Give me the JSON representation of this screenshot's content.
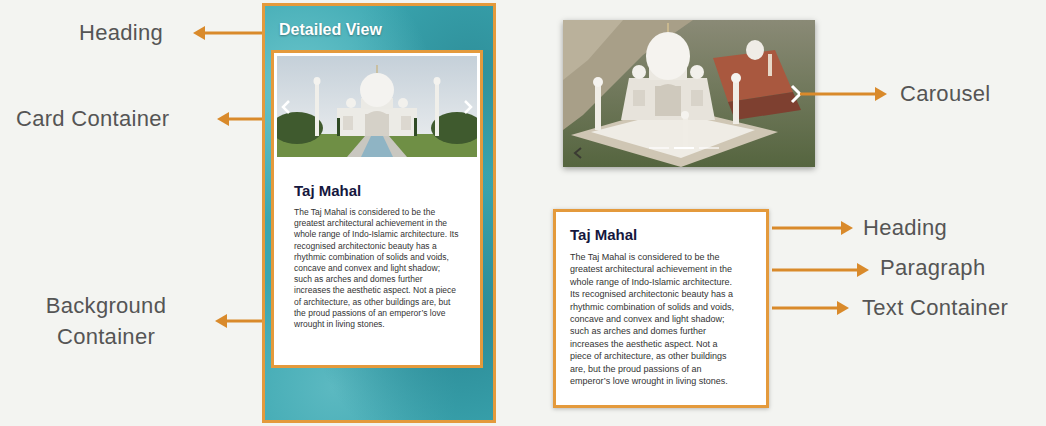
{
  "diagram": {
    "nodes": [
      {
        "text": [
          "Detailed View"
        ]
      },
      {
        "text": [
          "Taj Mahal",
          "The Taj Mahal is considered to be the greatest architectural achievement in the whole range of Indo-Islamic architecture. Its recognised architectonic beauty has a rhythmic combination of solids and voids, concave and convex and light shadow; such as arches and domes further increases the aesthetic aspect. Not a piece of architecture, as other buildings are, but the proud passions of an emperor’s love wrought in living stones."
        ],
        "in": 0
      },
      {
        "text": [
          "Taj Mahal",
          "The Taj Mahal is considered to be the greatest architectural achievement in the whole range of Indo-Islamic architecture. Its recognised architectonic beauty has a rhythmic combination of solids and voids, concave and convex and light shadow; such as arches and domes further increases the aesthetic aspect. Not a piece of architecture, as other buildings are, but the proud passions of an emperor’s love wrought in living stones."
        ]
      }
    ],
    "labels": [
      "Heading",
      "Card Container",
      "Background Container",
      "Carousel",
      "Heading",
      "Paragraph",
      "Text Container"
    ]
  }
}
